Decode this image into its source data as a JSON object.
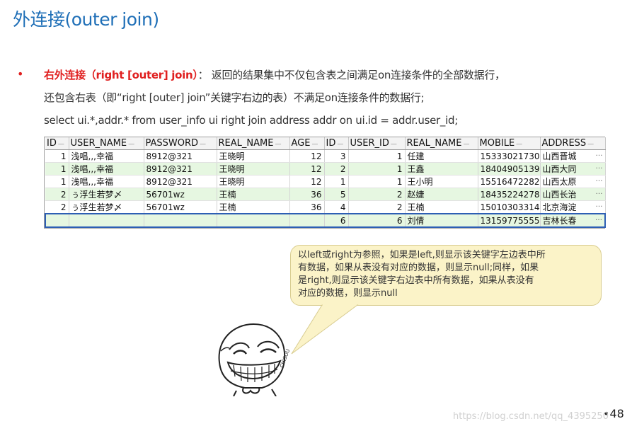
{
  "title": "外连接(outer join)",
  "bullet": {
    "marker": "•",
    "keyword": "右外连接（right [outer] join）",
    "line1_rest": "：  返回的结果集中不仅包含表之间满足on连接条件的全部数据行，",
    "line2": "还包含右表（即“right [outer] join”关键字右边的表）不满足on连接条件的数据行;",
    "line3": "select ui.*,addr.* from user_info ui right join address addr on ui.id = addr.user_id;"
  },
  "table": {
    "columns": [
      "ID",
      "USER_NAME",
      "PASSWORD",
      "REAL_NAME",
      "AGE",
      "ID",
      "USER_ID",
      "REAL_NAME",
      "MOBILE",
      "ADDRESS"
    ],
    "rows": [
      [
        "1",
        "浅唱,,,幸福",
        "8912@321",
        "王晓明",
        "12",
        "3",
        "1",
        "任建",
        "15333021730",
        "山西晋城"
      ],
      [
        "1",
        "浅唱,,,幸福",
        "8912@321",
        "王晓明",
        "12",
        "2",
        "1",
        "王鑫",
        "18404905139",
        "山西大同"
      ],
      [
        "1",
        "浅唱,,,幸福",
        "8912@321",
        "王晓明",
        "12",
        "1",
        "1",
        "王小明",
        "15516472282",
        "山西太原"
      ],
      [
        "2",
        "ぅ浮生若梦〆",
        "56701wz",
        "王楠",
        "36",
        "5",
        "2",
        "赵婕",
        "18435224278",
        "山西长治"
      ],
      [
        "2",
        "ぅ浮生若梦〆",
        "56701wz",
        "王楠",
        "36",
        "4",
        "2",
        "王楠",
        "15010303314",
        "北京海淀"
      ],
      [
        "",
        "",
        "",
        "",
        "",
        "6",
        "6",
        "刘倩",
        "13159775555",
        "吉林长春"
      ]
    ]
  },
  "callout": {
    "lines": [
      "以left或right为参照，如果是left,则显示该关键字左边表中所",
      "有数据，如果从表没有对应的数据，则显示null;同样，如果",
      "是right,则显示该关键字右边表中所有数据，如果从表没有",
      "对应的数据，则显示null"
    ]
  },
  "page_number": "•48",
  "watermark": "https://blog.csdn.net/qq_4395250",
  "colors": {
    "title": "#1f6fb7",
    "keyword": "#e02020",
    "row_highlight": "#e6f7e1",
    "selection_border": "#2d5fb4",
    "callout_bg": "#fbf3c8"
  }
}
